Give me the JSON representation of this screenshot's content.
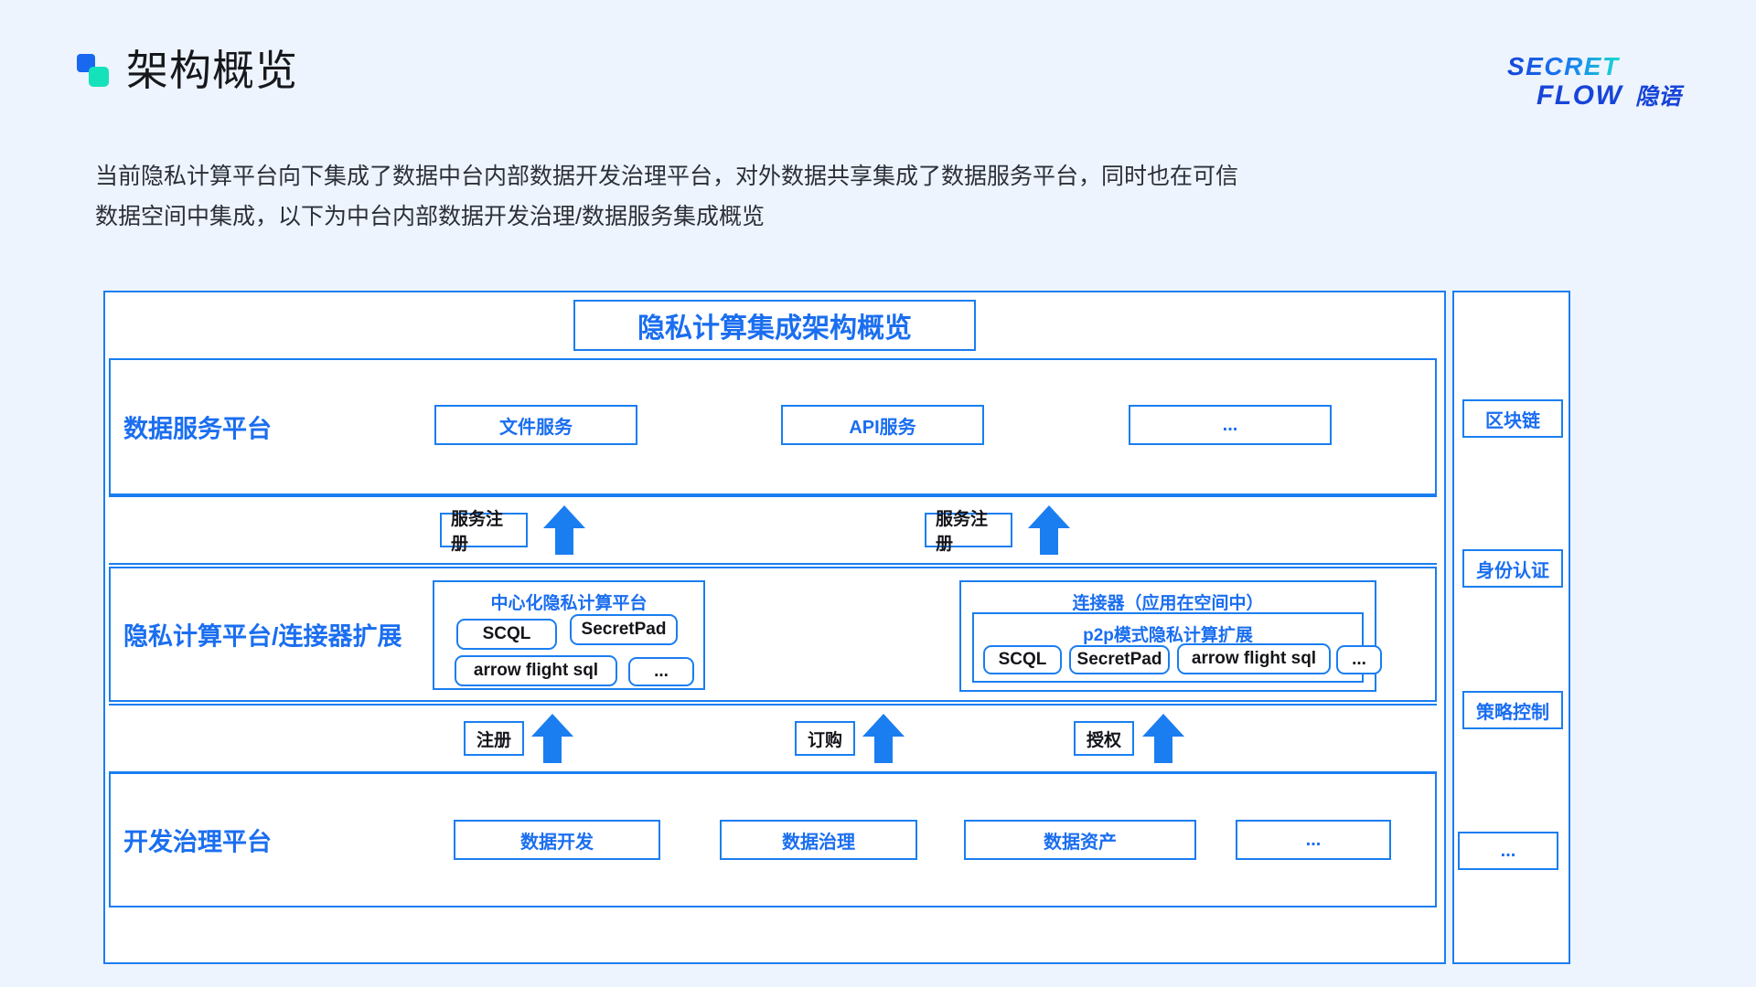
{
  "header": {
    "title": "架构概览",
    "logo_icon": "two-squares-logo",
    "brand": {
      "line1": "SECRET",
      "line2": "FLOW",
      "suffix": "隐语"
    }
  },
  "intro": {
    "line1": "当前隐私计算平台向下集成了数据中台内部数据开发治理平台，对外数据共享集成了数据服务平台，同时也在可信",
    "line2": "数据空间中集成，以下为中台内部数据开发治理/数据服务集成概览"
  },
  "diagram": {
    "title": "隐私计算集成架构概览",
    "accent_color": "#1a7ef0",
    "accent_text_color": "#1a6ef0",
    "bands": {
      "services": {
        "label": "数据服务平台",
        "boxes": [
          "文件服务",
          "API服务",
          "..."
        ]
      },
      "platform": {
        "label": "隐私计算平台/连接器扩展",
        "center_card": {
          "title": "中心化隐私计算平台",
          "pills": [
            "SCQL",
            "SecretPad",
            "arrow flight sql",
            "..."
          ]
        },
        "connector_card": {
          "title": "连接器（应用在空间中）",
          "inner_title": "p2p模式隐私计算扩展",
          "pills": [
            "SCQL",
            "SecretPad",
            "arrow flight sql",
            "..."
          ]
        }
      },
      "development": {
        "label": "开发治理平台",
        "boxes": [
          "数据开发",
          "数据治理",
          "数据资产",
          "..."
        ]
      }
    },
    "connector_row_top": {
      "tags": [
        "服务注册",
        "服务注册"
      ],
      "arrow_icon": "up-arrow-icon"
    },
    "connector_row_bottom": {
      "tags": [
        "注册",
        "订购",
        "授权"
      ],
      "arrow_icon": "up-arrow-icon"
    },
    "side_column": {
      "boxes": [
        "区块链",
        "身份认证",
        "策略控制",
        "..."
      ]
    }
  }
}
